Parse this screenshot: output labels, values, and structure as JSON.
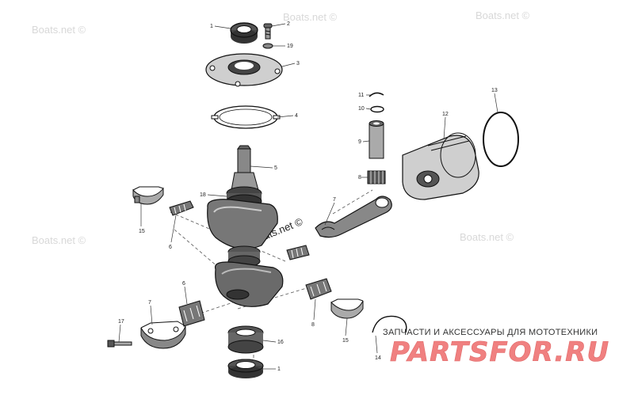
{
  "watermark": "Boats.net ©",
  "callouts": [
    "1",
    "2",
    "19",
    "3",
    "4",
    "5",
    "18",
    "15",
    "6",
    "7",
    "11",
    "10",
    "9",
    "8",
    "12",
    "13",
    "7",
    "6",
    "8",
    "17",
    "16",
    "1",
    "15",
    "14"
  ],
  "banner": {
    "subtitle": "ЗАПЧАСТИ И АКСЕССУАРЫ ДЛЯ МОТОТЕХНИКИ",
    "brand": "PARTSFOR.RU"
  }
}
